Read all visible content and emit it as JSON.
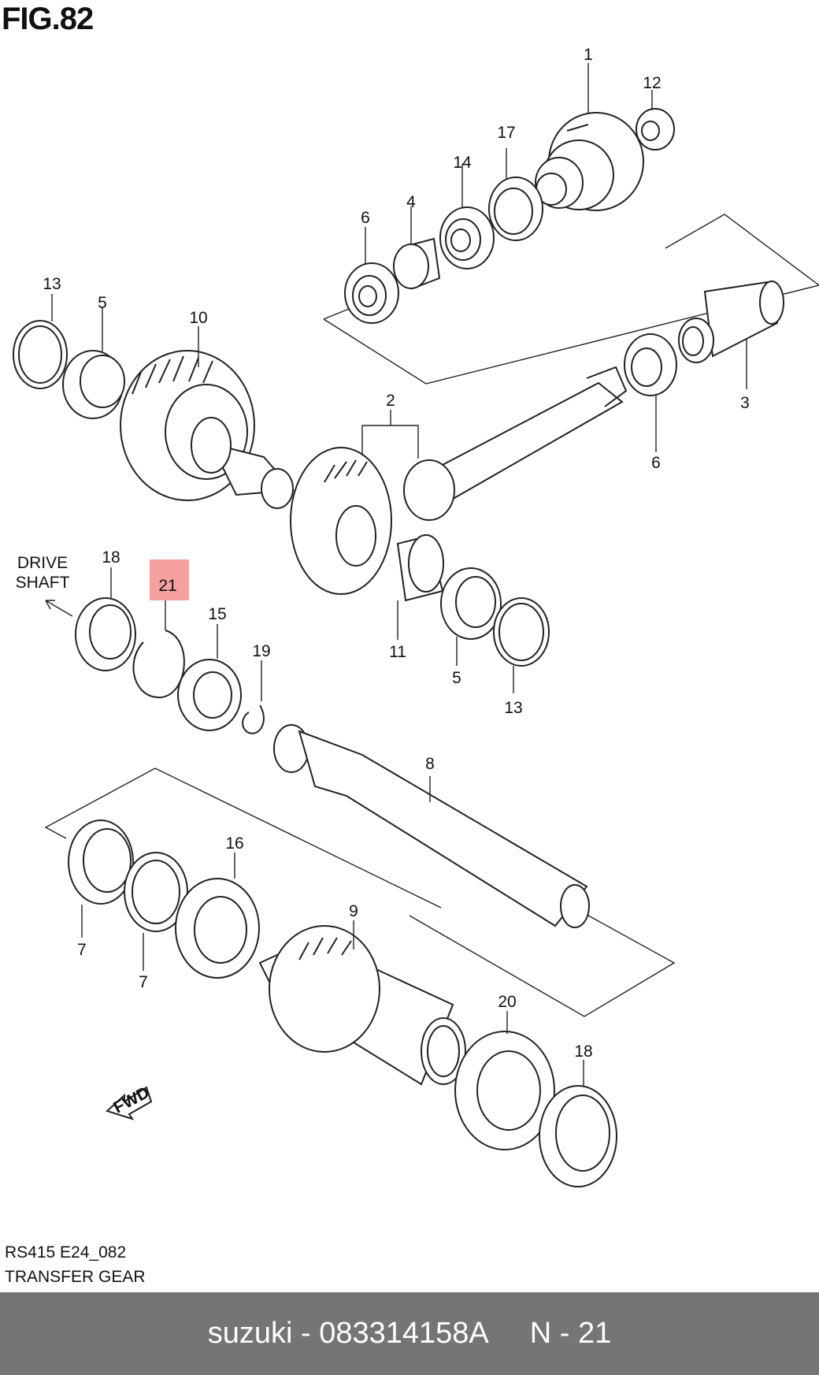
{
  "figure": {
    "title": "FIG.82",
    "code": "RS415 E24_082",
    "name": "TRANSFER GEAR"
  },
  "labels": {
    "drive_shaft_line1": "DRIVE",
    "drive_shaft_line2": "SHAFT",
    "fwd": "FWD"
  },
  "callouts": {
    "n1": "1",
    "n12": "12",
    "n17": "17",
    "n14": "14",
    "n4": "4",
    "n6a": "6",
    "n13a": "13",
    "n5a": "5",
    "n10": "10",
    "n2": "2",
    "n3": "3",
    "n6b": "6",
    "n18a": "18",
    "n21": "21",
    "n15": "15",
    "n19": "19",
    "n11": "11",
    "n5b": "5",
    "n13b": "13",
    "n8": "8",
    "n16": "16",
    "n7a": "7",
    "n7b": "7",
    "n9": "9",
    "n20": "20",
    "n18b": "18"
  },
  "highlight": {
    "part": "21",
    "color": "#f48f8f"
  },
  "footer": {
    "brand_part": "suzuki - 083314158A",
    "position": "N - 21",
    "background": "#757575"
  }
}
